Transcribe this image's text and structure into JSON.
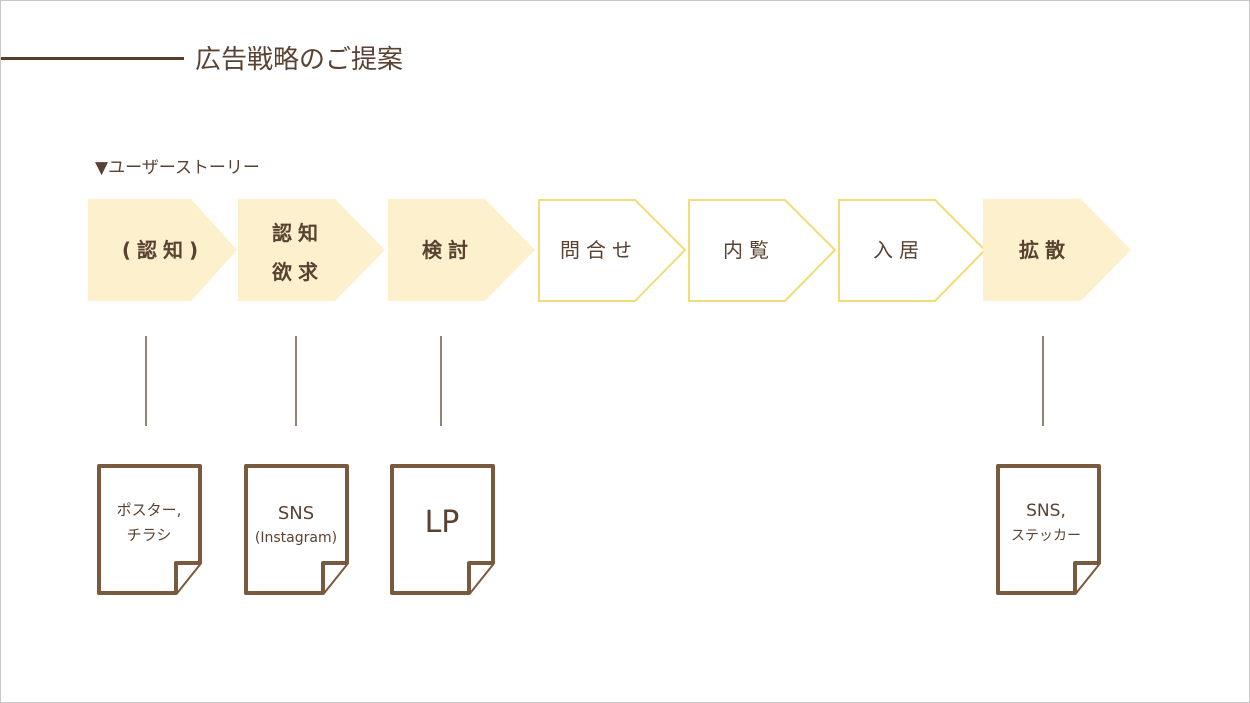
{
  "title": "広告戦略のご提案",
  "subtitle": "▼ユーザーストーリー",
  "colors": {
    "fill": "#fdf0cc",
    "outline": "#f3db78",
    "brown": "#785a3e",
    "text": "#5a4232"
  },
  "steps": [
    {
      "label": "(認知)",
      "style": "filled"
    },
    {
      "label_line1": "認知",
      "label_line2": "欲求",
      "style": "filled"
    },
    {
      "label": "検討",
      "style": "filled"
    },
    {
      "label": "問合せ",
      "style": "outline"
    },
    {
      "label": "内覧",
      "style": "outline"
    },
    {
      "label": "入居",
      "style": "outline"
    },
    {
      "label": "拡散",
      "style": "filled"
    }
  ],
  "media": [
    {
      "line1": "ポスター,",
      "line2": "チラシ"
    },
    {
      "line1": "SNS",
      "line2": "(Instagram)"
    },
    {
      "line1": "LP"
    },
    {
      "line1": "SNS,",
      "line2": "ステッカー"
    }
  ]
}
